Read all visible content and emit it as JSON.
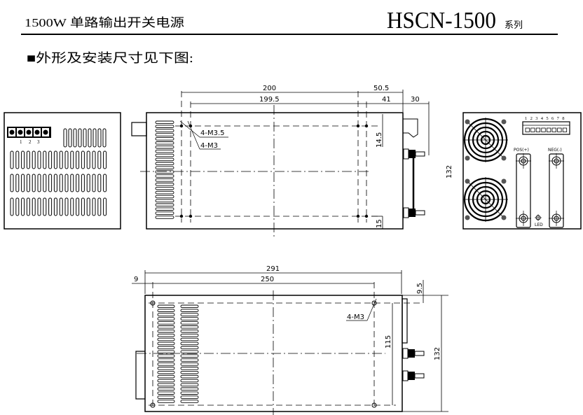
{
  "header": {
    "subtitle": "1500W 单路输出开关电源",
    "model": "HSCN-1500",
    "series_suffix": "系列"
  },
  "section_title": "■外形及安装尺寸见下图:",
  "left_view": {
    "terminal_labels": [
      "1",
      "2",
      "3"
    ]
  },
  "top_view": {
    "dimensions": {
      "overall_holes": "200",
      "inner_holes": "199.5",
      "right_offset_outer": "50.5",
      "right_offset_inner": "41",
      "terminal_protrusion": "30",
      "top_hole_offset": "14.5",
      "bottom_hole_offset": "15",
      "height": "132"
    },
    "callouts": [
      "4-M3.5",
      "4-M3"
    ]
  },
  "end_view": {
    "dip_switch_labels": [
      "1",
      "2",
      "3",
      "4",
      "5",
      "6",
      "7",
      "8"
    ],
    "pos_label": "POS(+)",
    "neg_label": "NEG(-)",
    "led_label": "LED"
  },
  "bottom_view": {
    "dimensions": {
      "overall_length": "291",
      "hole_spacing": "250",
      "left_offset": "9",
      "top_offset": "9.5",
      "hole_vertical_spacing": "115",
      "height": "132"
    },
    "callout": "4-M3"
  }
}
